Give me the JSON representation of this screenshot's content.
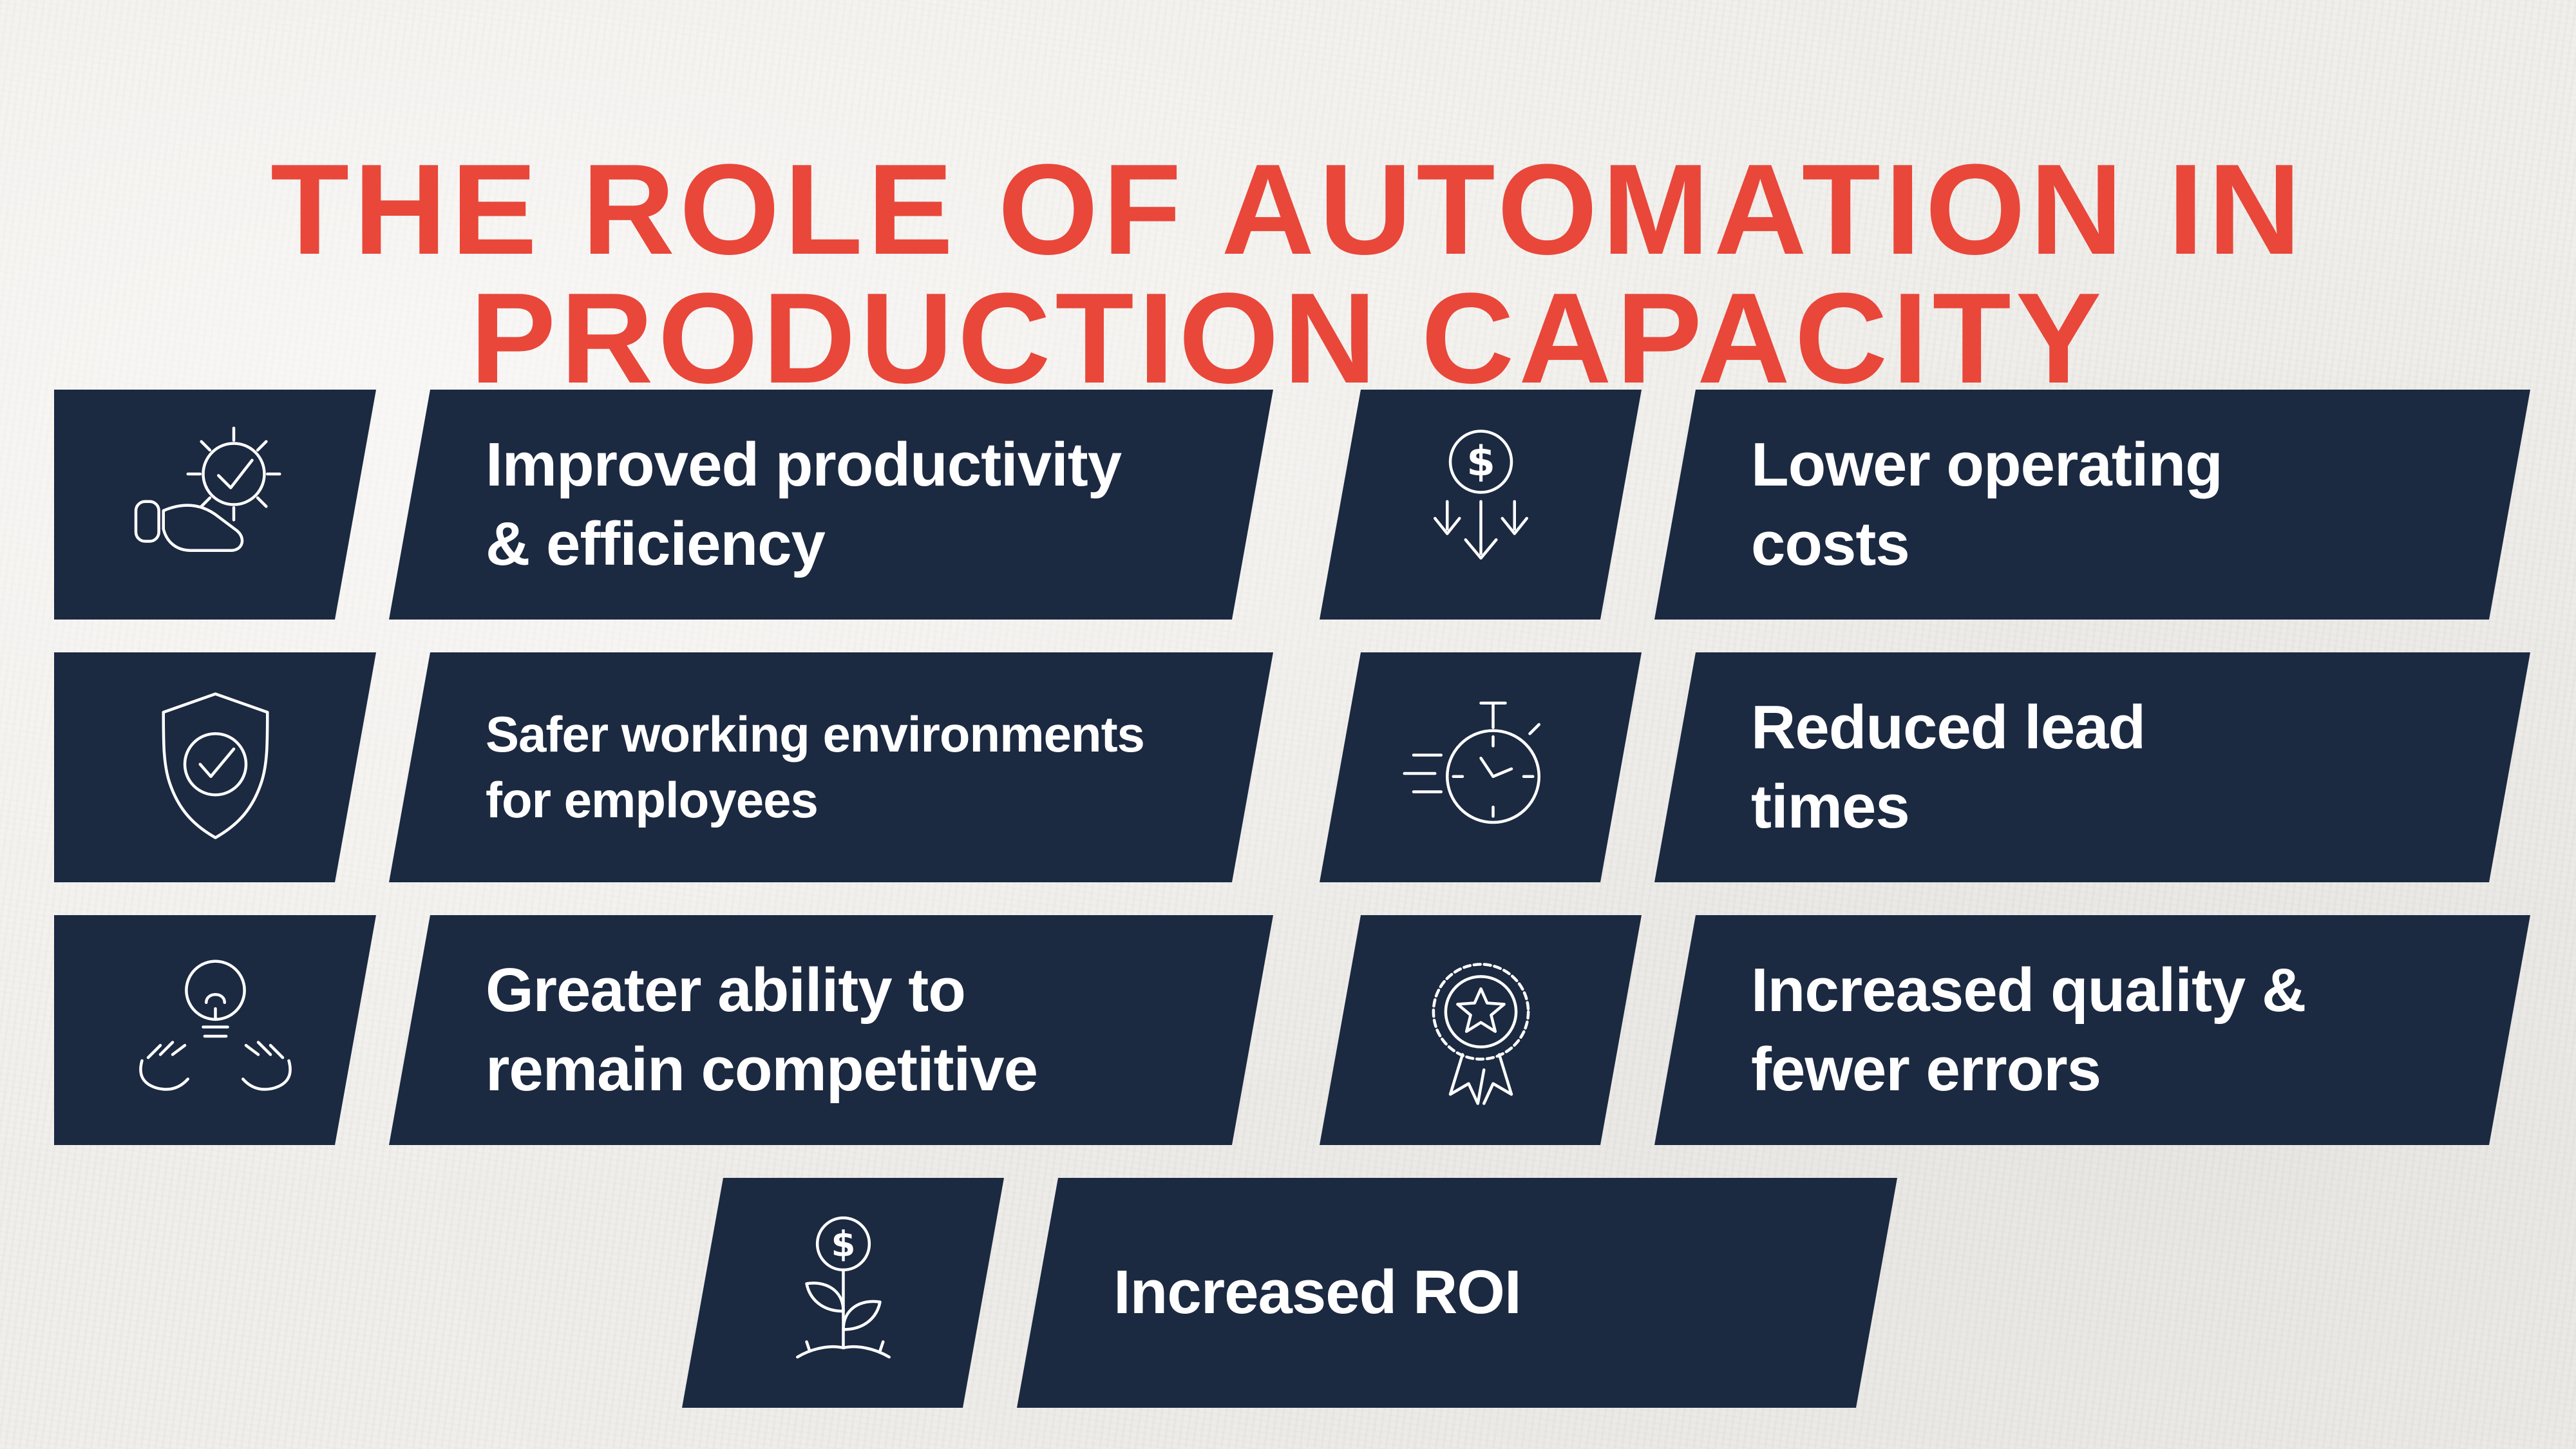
{
  "title": {
    "line1": "THE ROLE OF AUTOMATION IN",
    "line2": "PRODUCTION CAPACITY"
  },
  "colors": {
    "title_red": "#e8473a",
    "card_navy": "#1b2941",
    "background": "#f1efeb",
    "icon_and_text_white": "#ffffff"
  },
  "icon_glyphs": {
    "dollar": "$"
  },
  "cards": [
    {
      "icon": "gear-hand-check-icon",
      "label": "Improved productivity\n& efficiency"
    },
    {
      "icon": "dollar-decrease-icon",
      "label": "Lower operating\ncosts"
    },
    {
      "icon": "shield-check-icon",
      "label": "Safer working environments\nfor employees"
    },
    {
      "icon": "stopwatch-speed-icon",
      "label": "Reduced lead\ntimes"
    },
    {
      "icon": "hands-lightbulb-icon",
      "label": "Greater ability to\nremain competitive"
    },
    {
      "icon": "medal-star-icon",
      "label": "Increased quality &\nfewer errors"
    },
    {
      "icon": "money-plant-icon",
      "label": "Increased ROI"
    }
  ]
}
